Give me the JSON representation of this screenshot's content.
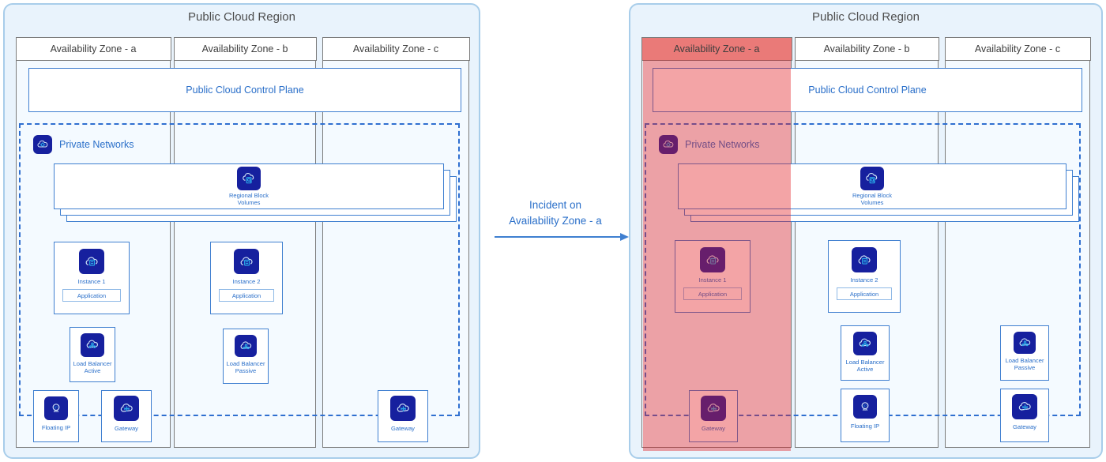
{
  "diagram": {
    "title": "Public Cloud Region",
    "transition": {
      "line1": "Incident on",
      "line2": "Availability Zone - a",
      "icon": "arrow-right-icon"
    },
    "colors": {
      "region_background": "#e9f3fc",
      "region_border": "#a8cdea",
      "zone_background": "#f4faff",
      "zone_border": "#7b7b7b",
      "accent_blue": "#2a6fc9",
      "node_border": "#3f7fd0",
      "icon_tile": "#16209e",
      "failure_red": "#ea7a78",
      "failure_overlay": "rgba(226,28,32,0.40)"
    }
  },
  "panels": [
    {
      "id": "before",
      "title": "Public Cloud Region",
      "control_plane": "Public Cloud Control Plane",
      "private_networks": "Private Networks",
      "private_networks_icon": "private-network-icon",
      "regional_volumes": {
        "line1": "Regional Block",
        "line2": "Volumes",
        "icon": "block-volume-icon"
      },
      "zones": [
        {
          "name": "Availability Zone - a",
          "failed": false,
          "nodes": [
            {
              "label": "Instance 1",
              "icon": "instance-icon",
              "sub": "Application"
            },
            {
              "label_line1": "Load Balancer",
              "label_line2": "Active",
              "icon": "load-balancer-icon"
            },
            {
              "label": "Floating IP",
              "icon": "floating-ip-icon"
            },
            {
              "label": "Gateway",
              "icon": "gateway-icon"
            }
          ]
        },
        {
          "name": "Availability Zone - b",
          "failed": false,
          "nodes": [
            {
              "label": "Instance 2",
              "icon": "instance-icon",
              "sub": "Application"
            },
            {
              "label_line1": "Load Balancer",
              "label_line2": "Passive",
              "icon": "load-balancer-icon"
            }
          ]
        },
        {
          "name": "Availability Zone - c",
          "failed": false,
          "nodes": [
            {
              "label": "Gateway",
              "icon": "gateway-icon"
            }
          ]
        }
      ]
    },
    {
      "id": "after",
      "title": "Public Cloud Region",
      "control_plane": "Public Cloud Control Plane",
      "private_networks": "Private Networks",
      "private_networks_icon": "private-network-icon",
      "regional_volumes": {
        "line1": "Regional Block",
        "line2": "Volumes",
        "icon": "block-volume-icon"
      },
      "zones": [
        {
          "name": "Availability Zone - a",
          "failed": true,
          "nodes": [
            {
              "label": "Instance 1",
              "icon": "instance-icon",
              "sub": "Application"
            },
            {
              "label": "Gateway",
              "icon": "gateway-icon"
            }
          ]
        },
        {
          "name": "Availability Zone - b",
          "failed": false,
          "nodes": [
            {
              "label": "Instance 2",
              "icon": "instance-icon",
              "sub": "Application"
            },
            {
              "label_line1": "Load Balancer",
              "label_line2": "Active",
              "icon": "load-balancer-icon"
            },
            {
              "label": "Floating IP",
              "icon": "floating-ip-icon"
            }
          ]
        },
        {
          "name": "Availability Zone - c",
          "failed": false,
          "nodes": [
            {
              "label_line1": "Load Balancer",
              "label_line2": "Passive",
              "icon": "load-balancer-icon"
            },
            {
              "label": "Gateway",
              "icon": "gateway-icon"
            }
          ]
        }
      ]
    }
  ]
}
